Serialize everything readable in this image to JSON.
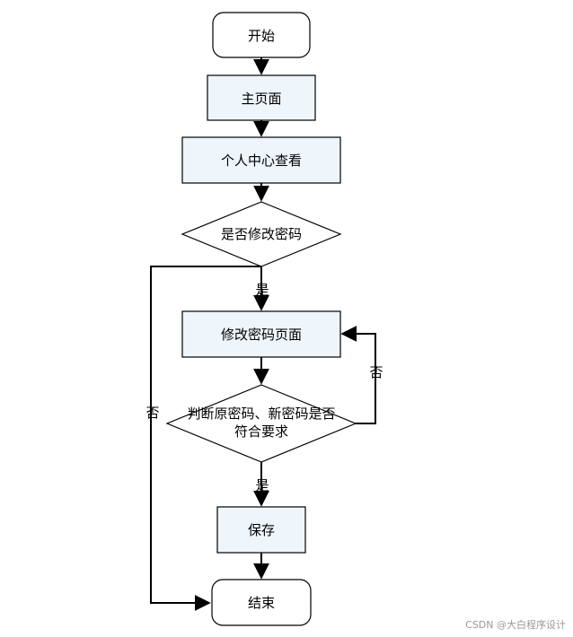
{
  "nodes": {
    "start": "开始",
    "home": "主页面",
    "personal": "个人中心查看",
    "decision_change": "是否修改密码",
    "change_page": "修改密码页面",
    "decision_check_line1": "判断原密码、新密码是否",
    "decision_check_line2": "符合要求",
    "save": "保存",
    "end": "结束"
  },
  "edges": {
    "yes_1": "是",
    "no_left": "否",
    "no_right": "否",
    "yes_2": "是"
  },
  "watermark": "CSDN @大白程序设计",
  "colors": {
    "terminal_fill": "#ffffff",
    "process_fill": "#eef5fb",
    "decision_fill": "#ffffff",
    "stroke": "#000000"
  }
}
